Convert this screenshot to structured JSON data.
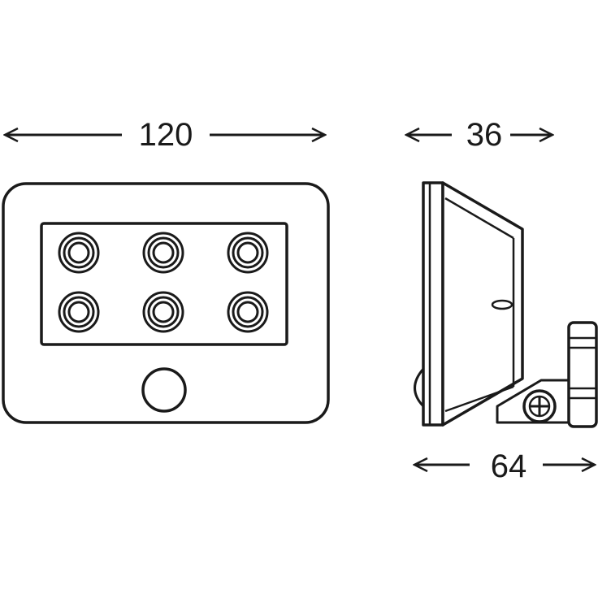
{
  "dimensions": {
    "width": "120",
    "depth": "36",
    "bracket_depth": "64"
  },
  "colors": {
    "stroke": "#1a1a1a",
    "fill": "#ffffff"
  }
}
